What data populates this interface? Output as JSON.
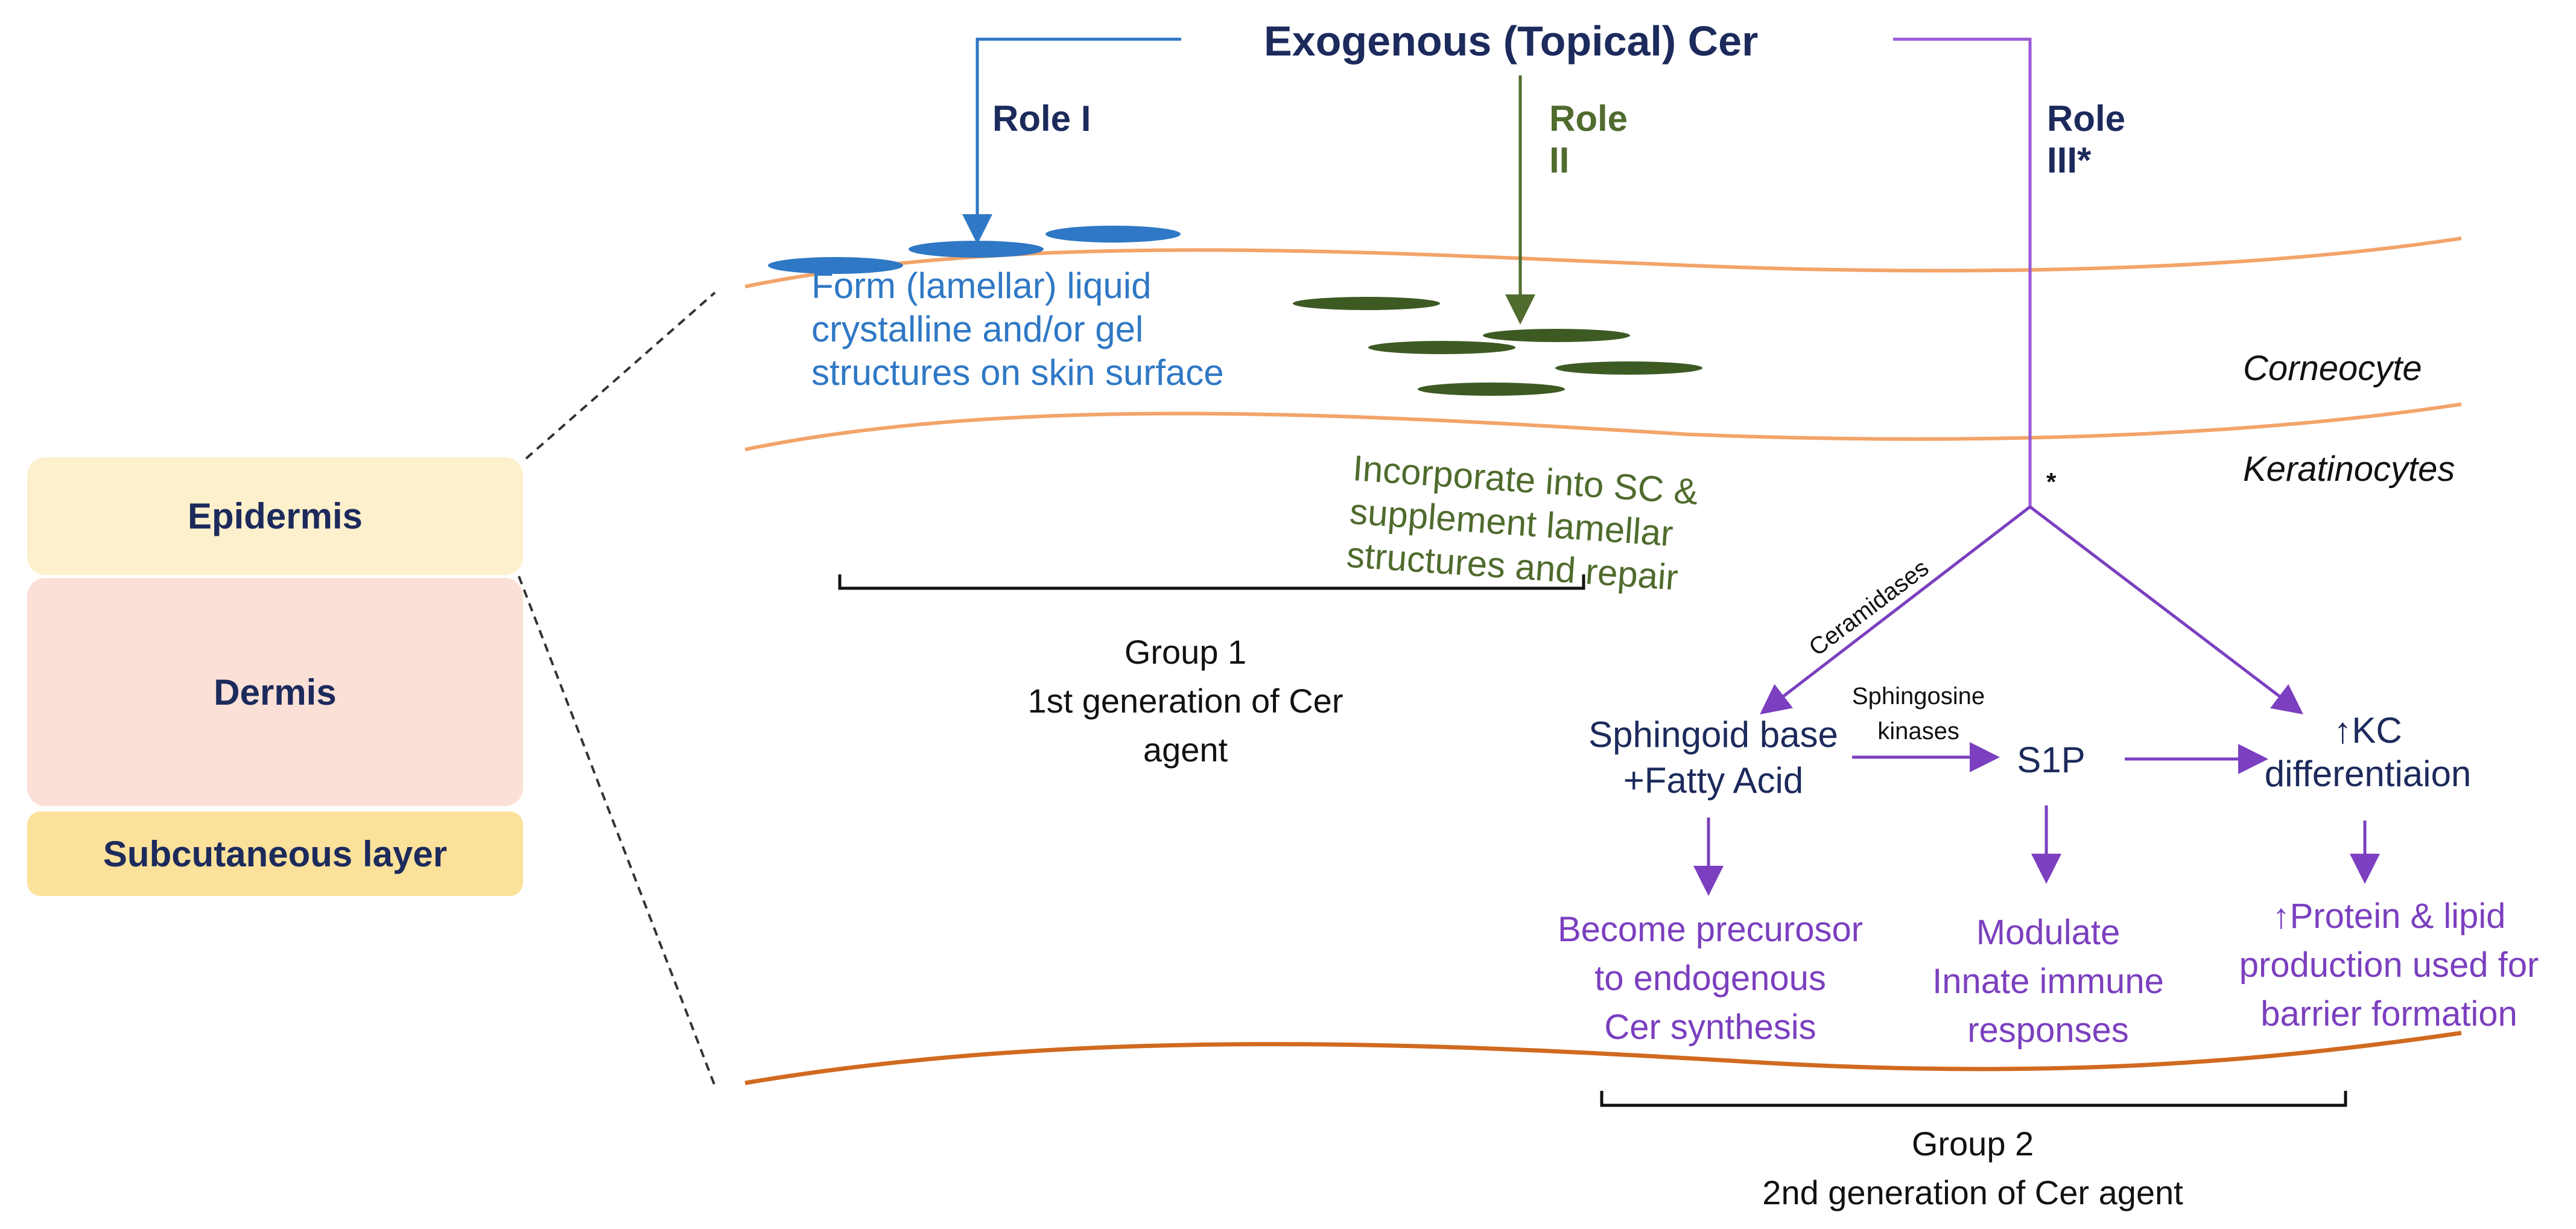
{
  "title": "Exogenous (Topical) Cer",
  "roles": {
    "role1": "Role I",
    "role2": "Role\nII",
    "role3": "Role\nIII*"
  },
  "role_texts": {
    "role1": "Form (lamellar) liquid\ncrystalline and/or gel\nstructures on skin surface",
    "role2": "Incorporate into SC &\nsupplement lamellar\nstructures and repair"
  },
  "layers": {
    "corneocyte": "Corneocyte",
    "keratinocytes": "Keratinocytes"
  },
  "skin_layers": {
    "epidermis": "Epidermis",
    "dermis": "Dermis",
    "subcutaneous": "Subcutaneous layer"
  },
  "asterisk": "*",
  "pathway": {
    "ceramidases": "Ceramidases",
    "sphingoid": "Sphingoid base\n+Fatty Acid",
    "sphingosine_kinases": "Sphingosine\nkinases",
    "s1p": "S1P",
    "kc": "↑KC\ndifferentiaion",
    "outcome1": "Become precurosor\nto endogenous\nCer synthesis",
    "outcome2": "Modulate\nInnate immune\nresponses",
    "outcome3": "↑Protein & lipid\nproduction used for\nbarrier formation"
  },
  "groups": {
    "group1": "Group 1\n1st generation of Cer\nagent",
    "group2": "Group 2\n2nd generation of Cer agent"
  },
  "colors": {
    "navy": "#1c2a5c",
    "blue": "#2f78c5",
    "green": "#4f6b2d",
    "purple": "#7b3fbf",
    "orange": "#f2a46a",
    "dark_orange": "#d06a1f",
    "epidermis_bg": "#fdf0cc",
    "dermis_bg": "#fae0d6",
    "subcutaneous_bg": "#fbe19a"
  }
}
